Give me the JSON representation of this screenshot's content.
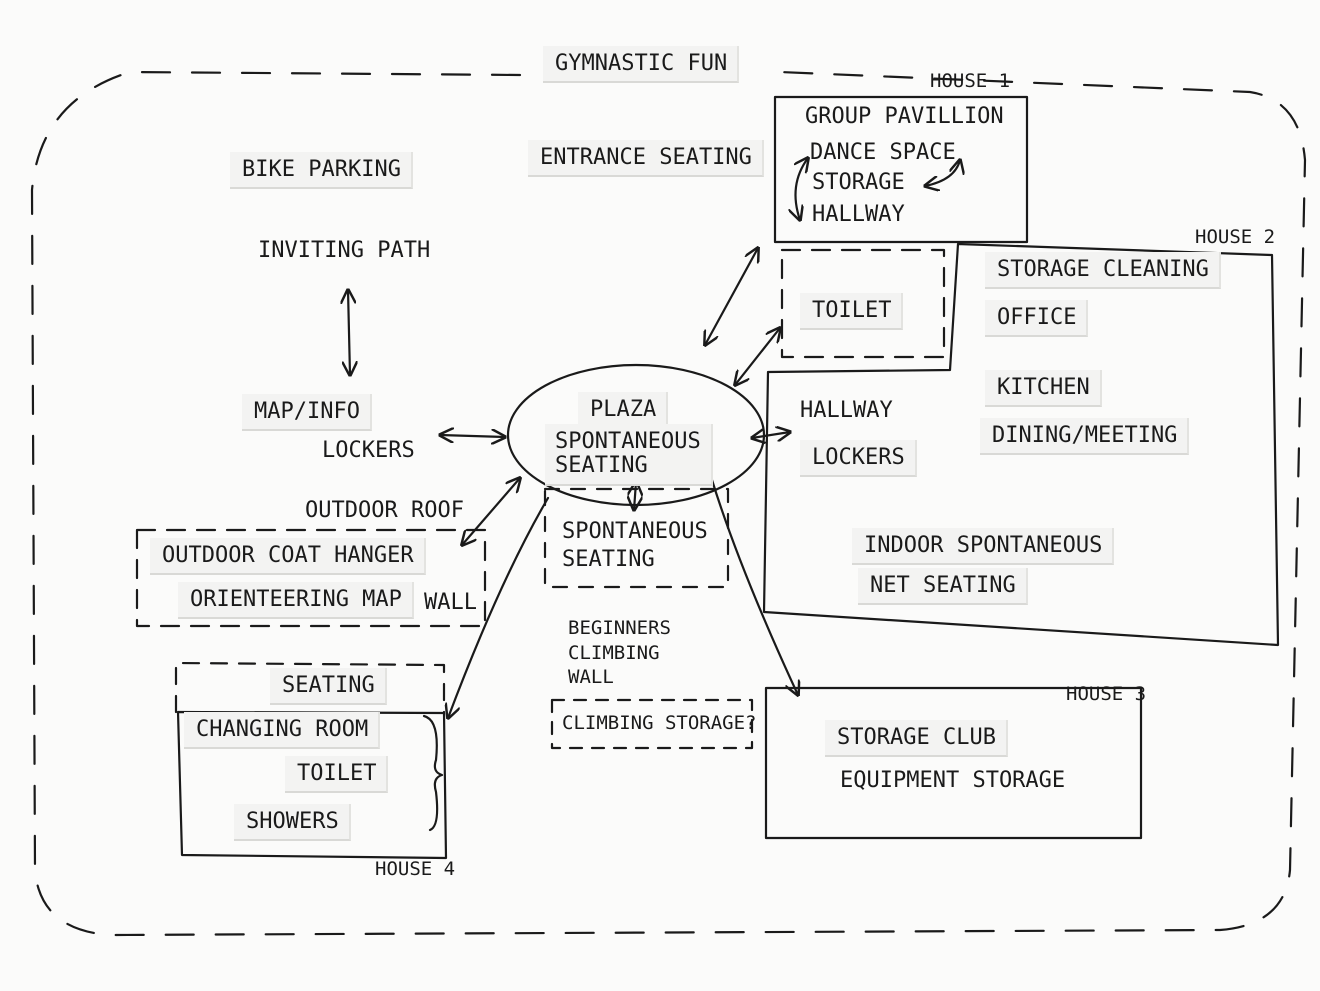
{
  "title": "GYMNASTIC FUN",
  "houses": {
    "house1": "HOUSE 1",
    "house2": "HOUSE 2",
    "house3": "HOUSE 3",
    "house4": "HOUSE 4"
  },
  "house1": {
    "group_pavilion": "GROUP PAVILLION",
    "dance_space": "DANCE SPACE",
    "storage": "STORAGE",
    "hallway": "HALLWAY"
  },
  "house2": {
    "toilet": "TOILET",
    "storage_cleaning": "STORAGE CLEANING",
    "office": "OFFICE",
    "kitchen": "KITCHEN",
    "dining_meeting": "DINING/MEETING",
    "hallway": "HALLWAY",
    "lockers": "LOCKERS",
    "indoor_spontaneous": "INDOOR SPONTANEOUS",
    "net_seating": "NET SEATING"
  },
  "house3": {
    "storage_club": "STORAGE CLUB",
    "equipment_storage": "EQUIPMENT STORAGE"
  },
  "house4": {
    "seating": "SEATING",
    "changing_room": "CHANGING ROOM",
    "toilet": "TOILET",
    "showers": "SHOWERS"
  },
  "site": {
    "bike_parking": "BIKE PARKING",
    "entrance_seating": "ENTRANCE SEATING",
    "inviting_path": "INVITING PATH",
    "map_info": "MAP/INFO",
    "lockers": "LOCKERS",
    "outdoor_roof": "OUTDOOR ROOF",
    "outdoor_coat_hanger": "OUTDOOR COAT HANGER",
    "orienteering_map": "ORIENTEERING MAP",
    "wall": "WALL",
    "plaza": "PLAZA",
    "spontaneous_seating_plaza": [
      "SPONTANEOUS",
      "SEATING"
    ],
    "spontaneous_seating_south": [
      "SPONTANEOUS",
      "SEATING"
    ],
    "beginners_climbing_wall": [
      "BEGINNERS",
      "CLIMBING",
      "WALL"
    ],
    "climbing_storage": "CLIMBING STORAGE?"
  },
  "colors": {
    "ink": "#1a1a1a",
    "paper": "#fbfbfa",
    "tag": "#f3f3f2"
  }
}
